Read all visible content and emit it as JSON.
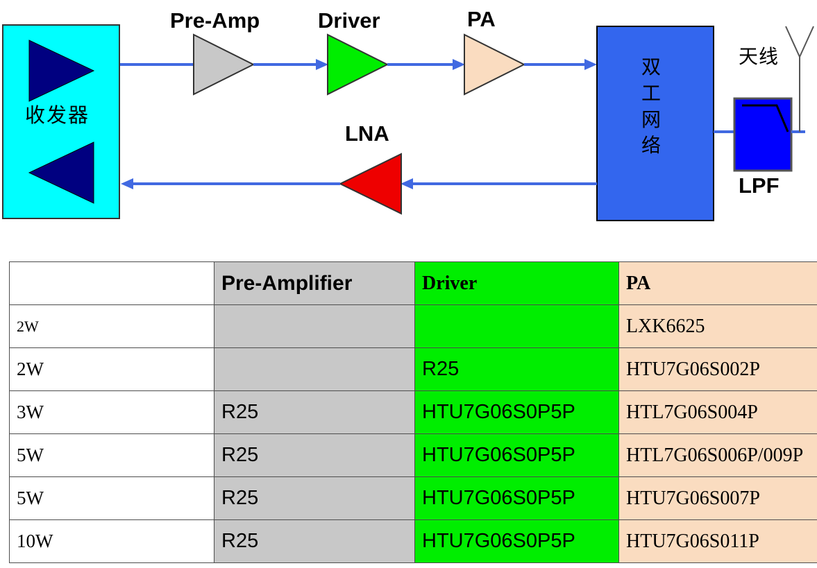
{
  "diagram": {
    "transceiver_label": "收发器",
    "preamp_label": "Pre-Amp",
    "driver_label": "Driver",
    "pa_label": "PA",
    "lna_label": "LNA",
    "duplexer_label_chars": [
      "双",
      "工",
      "网",
      "络"
    ],
    "antenna_label": "天线",
    "lpf_label": "LPF",
    "colors": {
      "transceiver_fill": "#00FFFF",
      "transceiver_arrow_fill": "#000080",
      "preamp_fill": "#C8C8C8",
      "driver_fill": "#00EE00",
      "pa_fill": "#FADCC0",
      "lna_fill": "#EE0000",
      "duplexer_fill": "#3366EE",
      "lpf_fill": "#0000FF",
      "signal_line": "#4169E1",
      "antenna_line": "#555555"
    }
  },
  "table": {
    "headers": [
      "",
      "Pre-Amplifier",
      "Driver",
      "PA"
    ],
    "rows": [
      {
        "power": "2W",
        "pre_amplifier": "",
        "driver": "",
        "pa": "LXK6625"
      },
      {
        "power": "2W",
        "pre_amplifier": "",
        "driver": "R25",
        "pa": "HTU7G06S002P"
      },
      {
        "power": "3W",
        "pre_amplifier": "R25",
        "driver": "HTU7G06S0P5P",
        "pa": "HTL7G06S004P"
      },
      {
        "power": "5W",
        "pre_amplifier": "R25",
        "driver": "HTU7G06S0P5P",
        "pa": "HTL7G06S006P/009P"
      },
      {
        "power": "5W",
        "pre_amplifier": "R25",
        "driver": "HTU7G06S0P5P",
        "pa": "HTU7G06S007P"
      },
      {
        "power": "10W",
        "pre_amplifier": "R25",
        "driver": "HTU7G06S0P5P",
        "pa": "HTU7G06S011P"
      }
    ]
  }
}
